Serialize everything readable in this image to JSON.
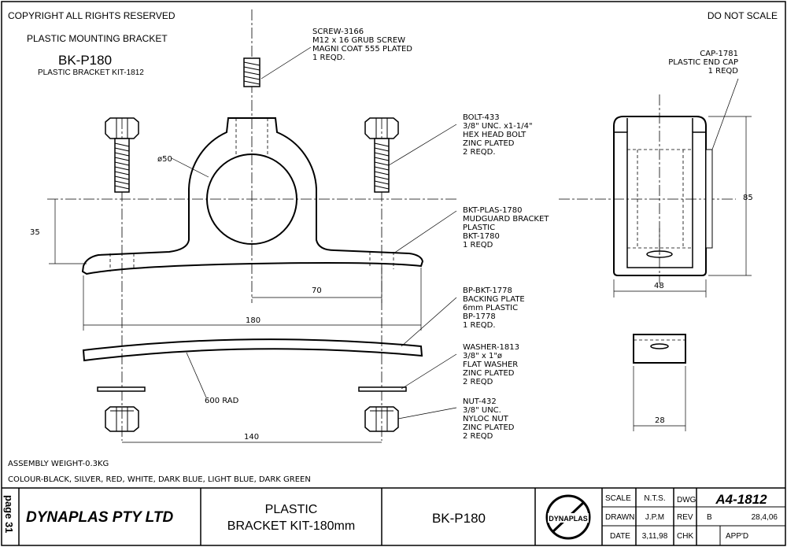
{
  "header": {
    "copyright": "COPYRIGHT ALL RIGHTS RESERVED",
    "scale_note": "DO NOT SCALE",
    "product_title": "PLASTIC MOUNTING BRACKET",
    "product_code": "BK-P180",
    "product_kit": "PLASTIC BRACKET KIT-1812"
  },
  "callouts": {
    "screw": [
      "SCREW-3166",
      "M12 x 16 GRUB SCREW",
      "MAGNI COAT 555 PLATED",
      "1 REQD."
    ],
    "cap": [
      "CAP-1781",
      "PLASTIC END CAP",
      "1 REQD"
    ],
    "bolt": [
      "BOLT-433",
      "3/8\" UNC. x1-1/4\"",
      "HEX HEAD BOLT",
      "ZINC PLATED",
      "2 REQD."
    ],
    "bracket": [
      "BKT-PLAS-1780",
      "MUDGUARD BRACKET",
      "PLASTIC",
      "BKT-1780",
      "1 REQD"
    ],
    "backing_plate": [
      "BP-BKT-1778",
      "BACKING PLATE",
      "6mm PLASTIC",
      "BP-1778",
      "1 REQD."
    ],
    "washer": [
      "WASHER-1813",
      "3/8\" x 1\"ø",
      "FLAT WASHER",
      "ZINC PLATED",
      "2 REQD"
    ],
    "nut": [
      "NUT-432",
      "3/8\" UNC.",
      "NYLOC NUT",
      "ZINC PLATED",
      "2 REQD"
    ]
  },
  "dimensions": {
    "bore": "ø50",
    "height_35": "35",
    "centre_70": "70",
    "width_180": "180",
    "radius": "600 RAD",
    "hole_140": "140",
    "side_height": "85",
    "side_width": "48",
    "plate_width": "28"
  },
  "notes": {
    "weight": "ASSEMBLY WEIGHT-0.3KG",
    "colours": "COLOUR-BLACK, SILVER, RED, WHITE, DARK BLUE, LIGHT BLUE, DARK GREEN"
  },
  "title_block": {
    "page": "page 31",
    "company": "DYNAPLAS PTY LTD",
    "desc_line1": "PLASTIC",
    "desc_line2": "BRACKET KIT-180mm",
    "part": "BK-P180",
    "logo_text": "DYNAPLAS",
    "scale_label": "SCALE",
    "scale_value": "N.T.S.",
    "dwg_label": "DWG",
    "dwg_value": "A4-1812",
    "drawn_label": "DRAWN",
    "drawn_value": "J.P.M",
    "rev_label": "REV",
    "rev_value": "B",
    "rev_date": "28,4,06",
    "date_label": "DATE",
    "date_value": "3,11,98",
    "chk_label": "CHK",
    "appd_label": "APP'D"
  }
}
